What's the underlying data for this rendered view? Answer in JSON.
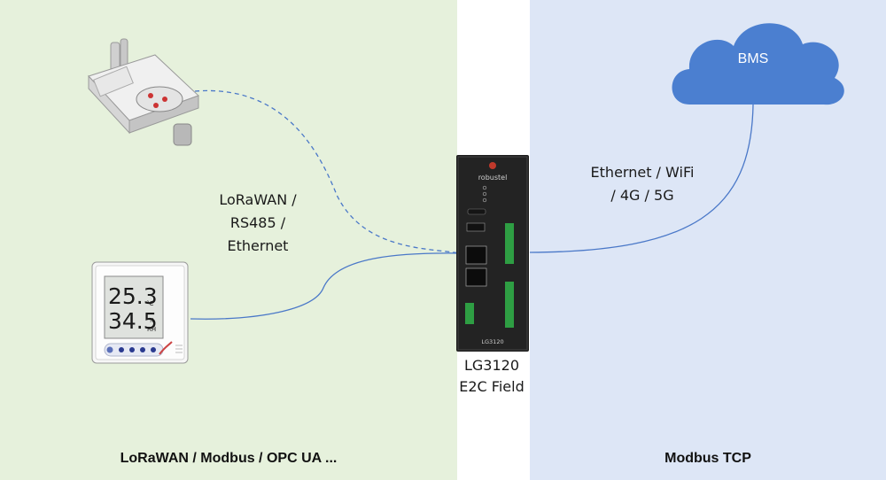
{
  "zones": {
    "left_title": "LoRaWAN / Modbus / OPC UA ...",
    "right_title": "Modbus TCP"
  },
  "links": {
    "left_lines": [
      "LoRaWAN /",
      "RS485 /",
      "Ethernet"
    ],
    "right_lines": [
      "Ethernet / WiFi",
      "/ 4G / 5G"
    ]
  },
  "gateway": {
    "label_lines": [
      "LG3120",
      "E2C Field"
    ],
    "brand": "robustel",
    "model_print": "LG3120"
  },
  "cloud": {
    "label": "BMS"
  },
  "sensor": {
    "temperature": "25.3",
    "temp_unit": "°C",
    "humidity": "34.5",
    "hum_unit": "%",
    "hum_sub": "RH"
  },
  "colors": {
    "left_zone": "#e6f1dc",
    "right_zone": "#dde6f6",
    "line": "#4a78c8",
    "cloud": "#4b7fd0"
  }
}
